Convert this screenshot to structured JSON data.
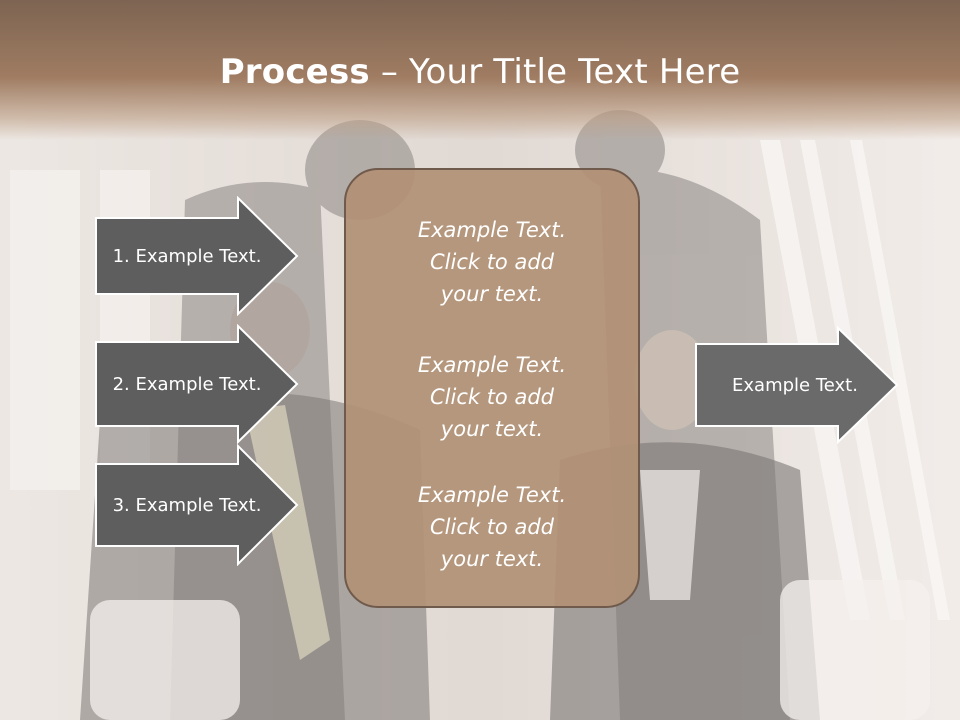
{
  "title": {
    "bold": "Process",
    "rest": " – Your Title Text Here"
  },
  "left_arrows": [
    {
      "label": "1. Example Text."
    },
    {
      "label": "2. Example Text."
    },
    {
      "label": "3. Example Text."
    }
  ],
  "center_box": {
    "items": [
      "Example Text.\nClick  to add\nyour text.",
      "Example Text.\nClick  to add\nyour text.",
      "Example Text.\nClick  to add\nyour text."
    ]
  },
  "right_arrow": {
    "label": "Example Text."
  },
  "colors": {
    "title_band": "#8b6e59",
    "arrow_fill": "#5e5e5e",
    "center_box": "#b29176"
  }
}
